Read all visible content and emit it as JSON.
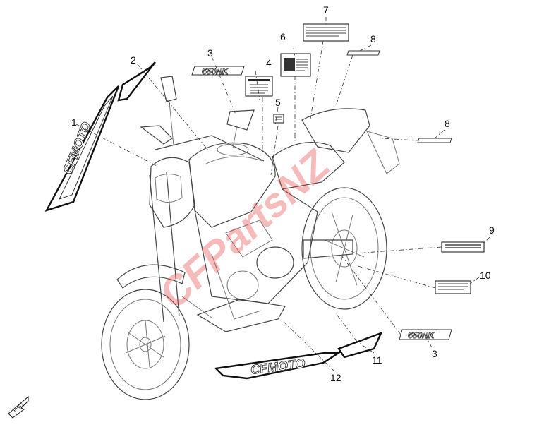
{
  "diagram": {
    "callouts": {
      "c1": "1",
      "c2": "2",
      "c3a": "3",
      "c3b": "3",
      "c4": "4",
      "c5": "5",
      "c6": "6",
      "c7": "7",
      "c8a": "8",
      "c8b": "8",
      "c9": "9",
      "c10": "10",
      "c11": "11",
      "c12": "12"
    },
    "decal_texts": {
      "tank_logo": "CFMOTO",
      "fairing_logo": "CFMOTO",
      "model_badge_top": "650NK",
      "model_badge_bottom": "650NK"
    },
    "fwd_marker": "FWD",
    "watermark": "CFPartsNZ"
  }
}
